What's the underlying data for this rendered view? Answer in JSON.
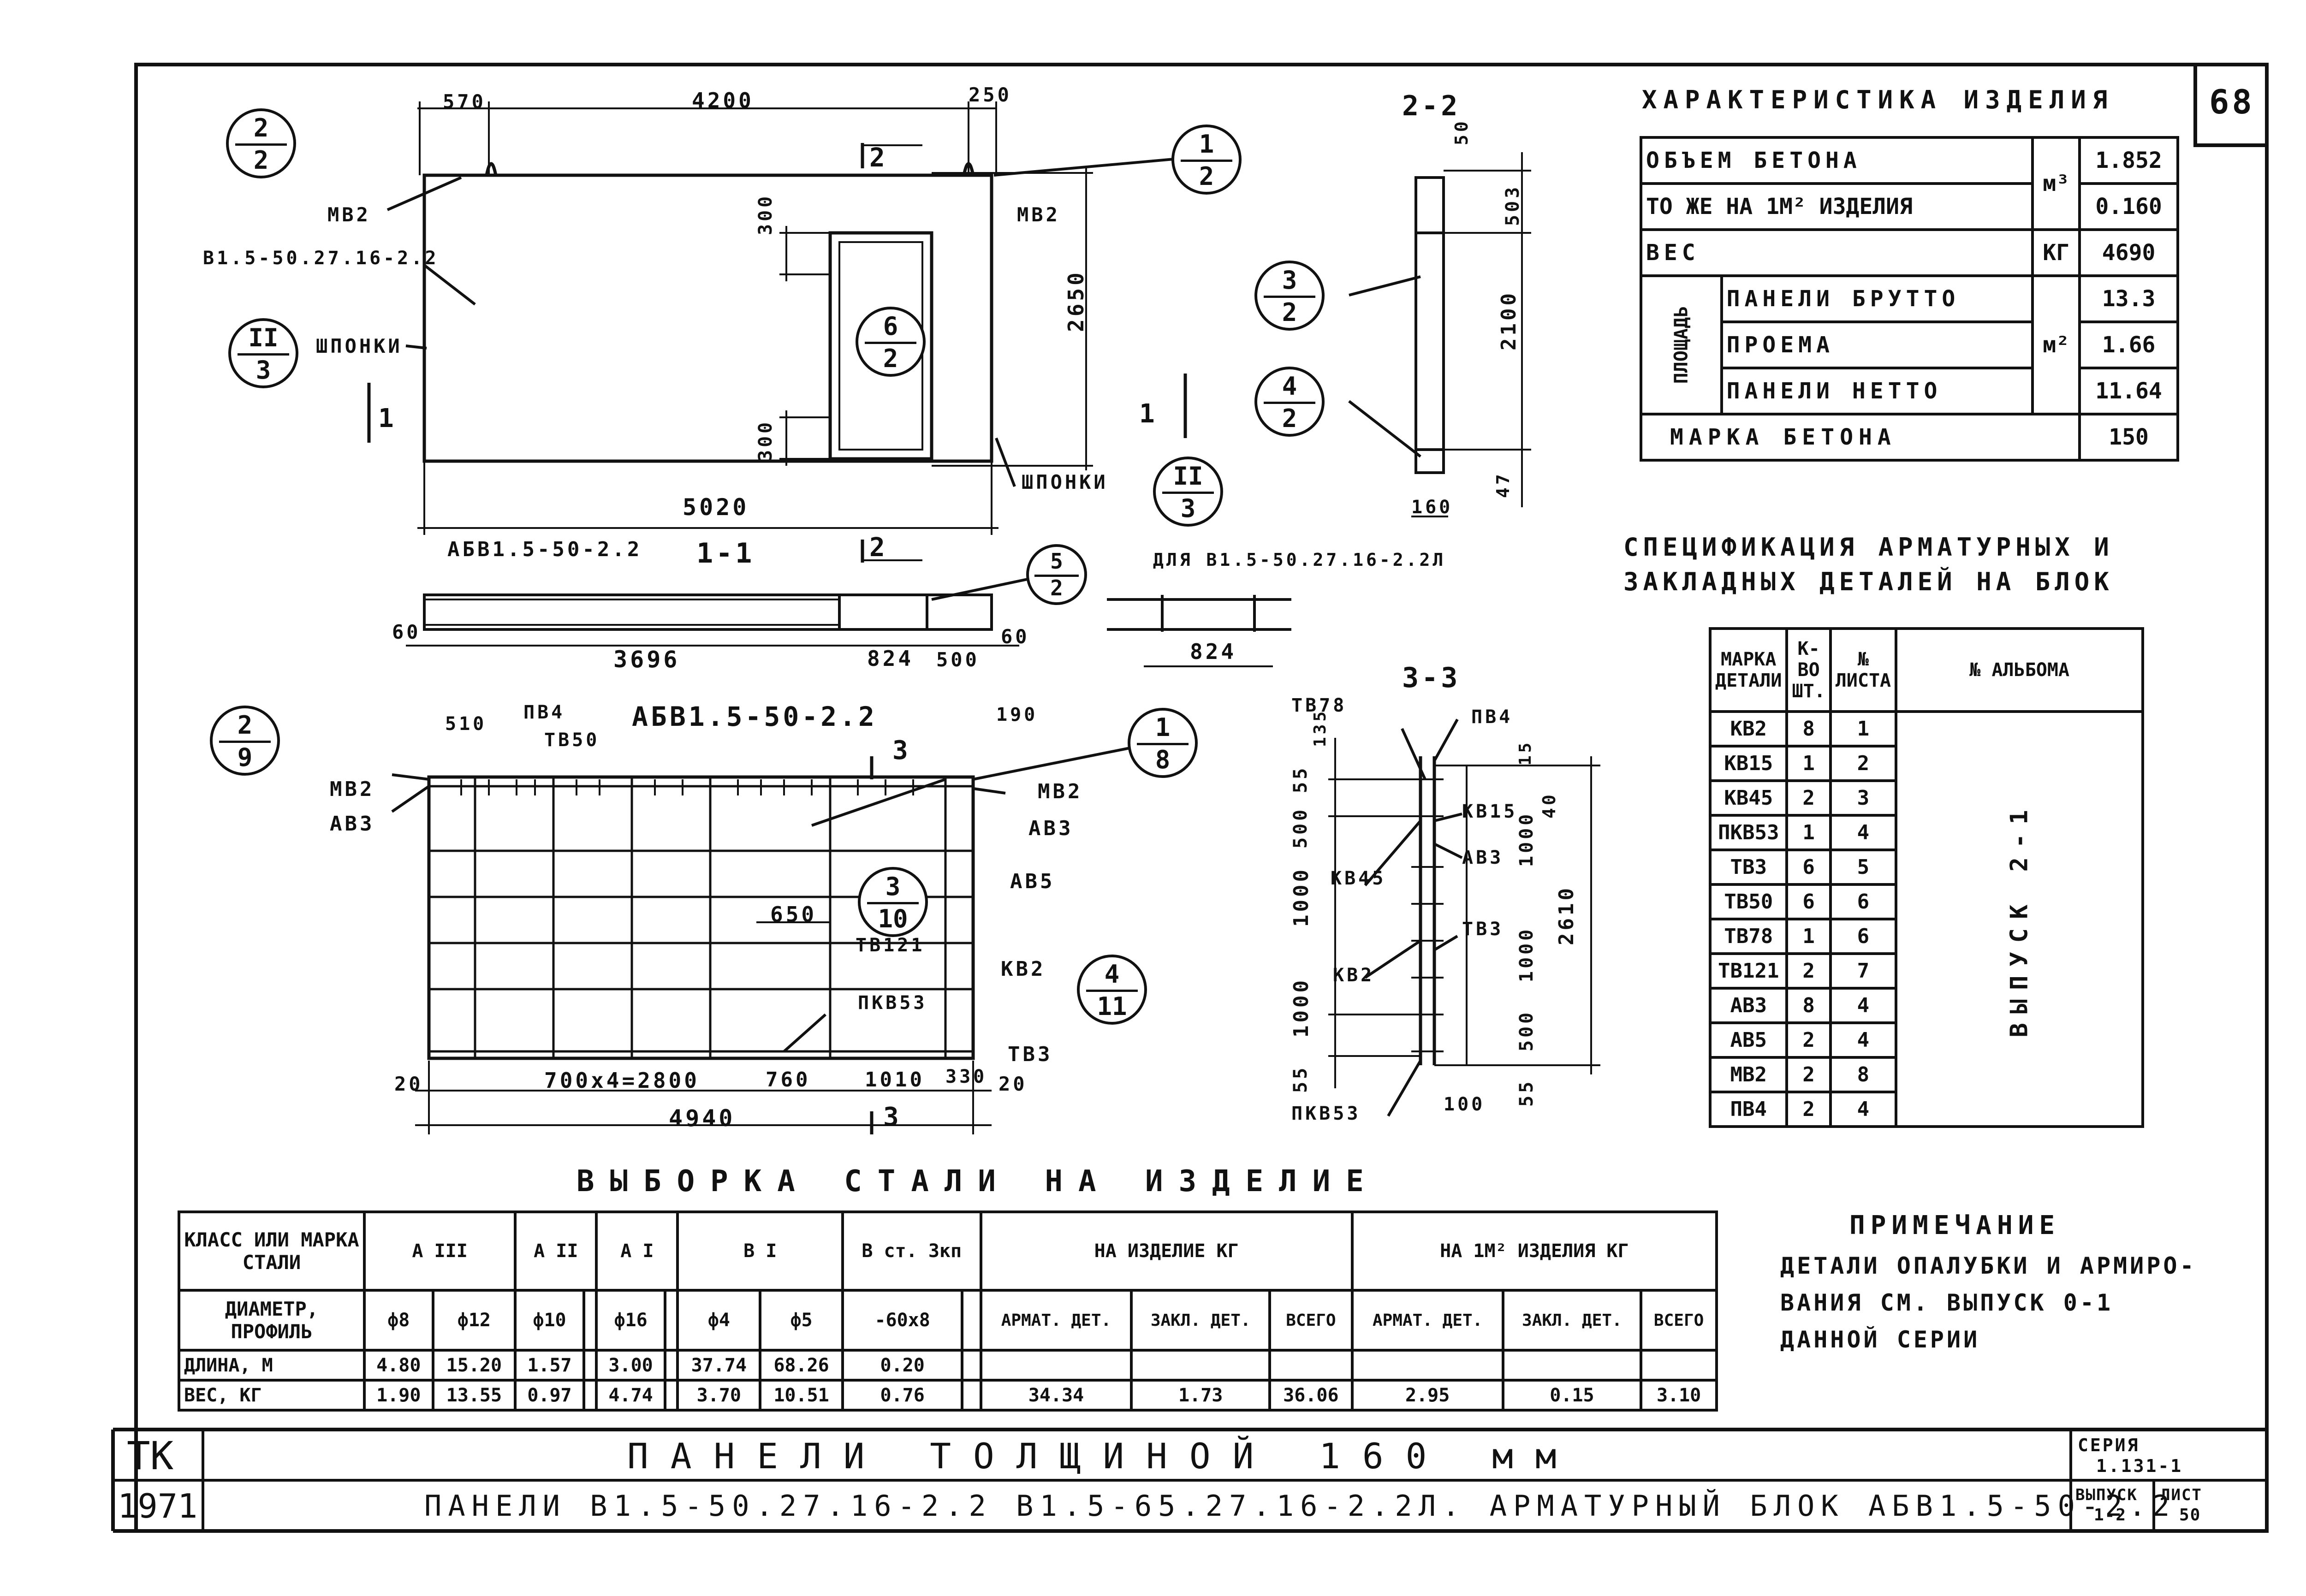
{
  "sheet_number": "68",
  "characteristic": {
    "title": "ХАРАКТЕРИСТИКА ИЗДЕЛИЯ",
    "rows": [
      {
        "label": "ОБЪЕМ БЕТОНА",
        "unit": "м³",
        "value": "1.852"
      },
      {
        "label": "ТО ЖЕ НА 1М² ИЗДЕЛИЯ",
        "unit": "",
        "value": "0.160"
      },
      {
        "label": "ВЕС",
        "unit": "КГ",
        "value": "4690"
      },
      {
        "label": "ПАНЕЛИ БРУТТО",
        "unit": "",
        "value": "13.3"
      },
      {
        "label": "ПРОЕМА",
        "unit": "м²",
        "value": "1.66"
      },
      {
        "label": "ПАНЕЛИ НЕТТО",
        "unit": "",
        "value": "11.64"
      },
      {
        "label": "МАРКА БЕТОНА",
        "unit": "",
        "value": "150"
      }
    ],
    "area_label": "ПЛОЩАДЬ"
  },
  "spec": {
    "title1": "СПЕЦИФИКАЦИЯ АРМАТУРНЫХ И",
    "title2": "ЗАКЛАДНЫХ ДЕТАЛЕЙ НА БЛОК",
    "headers": [
      "МАРКА ДЕТАЛИ",
      "К-ВО ШТ.",
      "№ ЛИСТА",
      "№ АЛЬБОМА"
    ],
    "rows": [
      [
        "КВ2",
        "8",
        "1"
      ],
      [
        "КВ15",
        "1",
        "2"
      ],
      [
        "КВ45",
        "2",
        "3"
      ],
      [
        "ПКВ53",
        "1",
        "4"
      ],
      [
        "ТВ3",
        "6",
        "5"
      ],
      [
        "ТВ50",
        "6",
        "6"
      ],
      [
        "ТВ78",
        "1",
        "6"
      ],
      [
        "ТВ121",
        "2",
        "7"
      ],
      [
        "АВ3",
        "8",
        "4"
      ],
      [
        "АВ5",
        "2",
        "4"
      ],
      [
        "МВ2",
        "2",
        "8"
      ],
      [
        "ПВ4",
        "2",
        "4"
      ]
    ],
    "album": "ВЫПУСК 2-1"
  },
  "steel": {
    "title": "ВЫБОРКА СТАЛИ НА ИЗДЕЛИЕ",
    "class_label": "КЛАСС ИЛИ МАРКА СТАЛИ",
    "classes": [
      "А III",
      "А II",
      "А I",
      "В I",
      "В ст. 3кп"
    ],
    "per_item": "НА ИЗДЕЛИЕ КГ",
    "per_m2": "НА 1М² ИЗДЕЛИЯ КГ",
    "diameter_label": "ДИАМЕТР, ПРОФИЛЬ",
    "diameters": [
      "ф8",
      "ф12",
      "ф10",
      "",
      "ф16",
      "",
      "ф4",
      "ф5",
      "-60х8",
      ""
    ],
    "sub_headers": [
      "АРМАТ. ДЕТ.",
      "ЗАКЛ. ДЕТ.",
      "ВСЕГО",
      "АРМАТ. ДЕТ.",
      "ЗАКЛ. ДЕТ.",
      "ВСЕГО"
    ],
    "length_label": "ДЛИНА, М",
    "lengths": [
      "4.80",
      "15.20",
      "1.57",
      "",
      "3.00",
      "",
      "37.74",
      "68.26",
      "0.20",
      "",
      "",
      "",
      "",
      "",
      "",
      ""
    ],
    "weight_label": "ВЕС, КГ",
    "weights": [
      "1.90",
      "13.55",
      "0.97",
      "",
      "4.74",
      "",
      "3.70",
      "10.51",
      "0.76",
      "",
      "34.34",
      "1.73",
      "36.06",
      "2.95",
      "0.15",
      "3.10"
    ]
  },
  "note": {
    "title": "ПРИМЕЧАНИЕ",
    "lines": [
      "ДЕТАЛИ ОПАЛУБКИ И АРМИРО-",
      "ВАНИЯ СМ. ВЫПУСК 0-1",
      "ДАННОЙ СЕРИИ"
    ]
  },
  "title_block": {
    "tk": "ТК",
    "year": "1971",
    "main": "ПАНЕЛИ ТОЛЩИНОЙ 160 мм",
    "sub": "ПАНЕЛИ В1.5-50.27.16-2.2  В1.5-65.27.16-2.2Л. АРМАТУРНЫЙ БЛОК АБВ1.5-50-2.2",
    "series_label": "СЕРИЯ",
    "series": "1.131-1",
    "issue_label": "ВЫПУСК",
    "issue": "1-2",
    "sheet_label": "ЛИСТ",
    "sheet": "50"
  },
  "drawing": {
    "panel_mark": "В1.5-50.27.16-2.2",
    "mv2": "МВ2",
    "shponki": "ШПОНКИ",
    "dim_570": "570",
    "dim_4200": "4200",
    "dim_250": "250",
    "dim_300a": "300",
    "dim_2650": "2650",
    "dim_300b": "300",
    "dim_5020": "5020",
    "cut_1": "1",
    "cut_2": "2",
    "cut_3": "3",
    "section_22": "2-2",
    "section_11": "1-1",
    "section_33": "3-3",
    "dim_50": "50",
    "dim_503": "503",
    "dim_2100": "2100",
    "dim_47": "47",
    "dim_160": "160",
    "block_label": "АБВ1.5-50-2.2",
    "block_title": "АБВ1.5-50-2.2",
    "dim_60a": "60",
    "dim_3696": "3696",
    "dim_824": "824",
    "dim_500": "500",
    "dim_60b": "60",
    "for_label": "ДЛЯ В1.5-50.27.16-2.2Л",
    "dim_824b": "824",
    "dim_510": "510",
    "pv4": "ПВ4",
    "tv50": "ТВ50",
    "dim_190": "190",
    "av3": "АВ3",
    "av5": "АВ5",
    "dim_650": "650",
    "tv121": "ТВ121",
    "kv2": "КВ2",
    "pkv53": "ПКВ53",
    "tv3": "ТВ3",
    "dim_20a": "20",
    "dim_2800": "700х4=2800",
    "dim_760": "760",
    "dim_1010": "1010",
    "dim_330": "330",
    "dim_20b": "20",
    "dim_4940": "4940",
    "tv78": "ТВ78",
    "kv15": "КВ15",
    "kv45": "КВ45",
    "dim_135": "135",
    "dim_15": "15",
    "dim_55a": "55",
    "dim_500a": "500",
    "dim_1000a": "1000",
    "dim_1000b": "1000",
    "dim_55b": "55",
    "dim_40": "40",
    "dim_1000c": "1000",
    "dim_2610": "2610",
    "dim_1000d": "1000",
    "dim_500b": "500",
    "dim_55c": "55",
    "dim_100": "100"
  },
  "bubbles": [
    {
      "top": "2",
      "bottom": "2"
    },
    {
      "top": "1",
      "bottom": "2"
    },
    {
      "top": "6",
      "bottom": "2"
    },
    {
      "top": "II",
      "bottom": "3"
    },
    {
      "top": "II",
      "bottom": "3"
    },
    {
      "top": "3",
      "bottom": "2"
    },
    {
      "top": "4",
      "bottom": "2"
    },
    {
      "top": "5",
      "bottom": "2"
    },
    {
      "top": "2",
      "bottom": "9"
    },
    {
      "top": "1",
      "bottom": "8"
    },
    {
      "top": "3",
      "bottom": "10"
    },
    {
      "top": "4",
      "bottom": "11"
    }
  ]
}
